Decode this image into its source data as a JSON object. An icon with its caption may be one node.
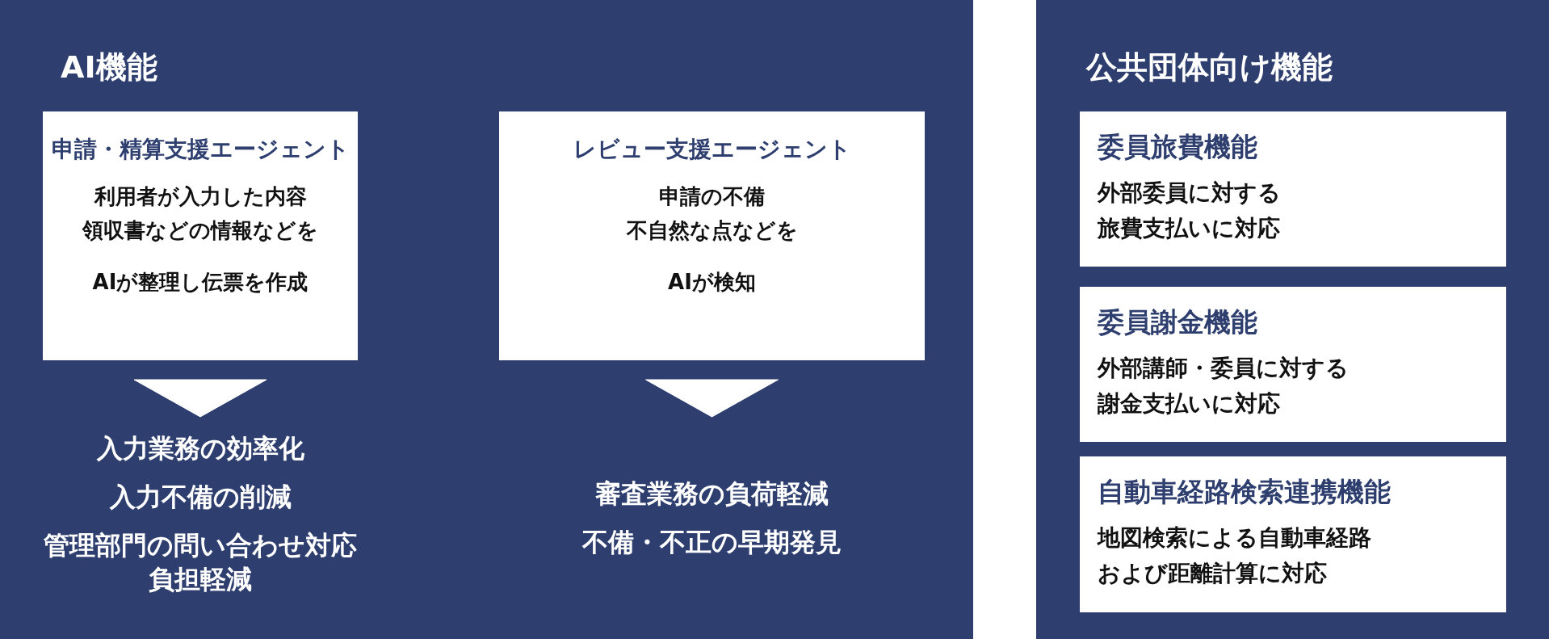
{
  "diagram": {
    "nodes": [
      {
        "text": [
          "AI機能"
        ]
      },
      {
        "text": [
          "申請・精算支援エージェント",
          "利用者が入力した内容",
          "領収書などの情報などを",
          "AIが整理し伝票を作成"
        ],
        "in": 0
      },
      {
        "text": [
          "入力業務の効率化",
          "入力不備の削減",
          "管理部門の問い合わせ対応負担軽減"
        ],
        "in": 0
      },
      {
        "text": [
          "レビュー支援エージェント",
          "申請の不備",
          "不自然な点などを",
          "AIが検知"
        ],
        "in": 0
      },
      {
        "text": [
          "審査業務の負荷軽減",
          "不備・不正の早期発見"
        ],
        "in": 0
      },
      {
        "text": [
          "公共団体向け機能"
        ]
      },
      {
        "text": [
          "委員旅費機能",
          "外部委員に対する旅費支払いに対応"
        ],
        "in": 5
      },
      {
        "text": [
          "委員謝金機能",
          "外部講師・委員に対する謝金支払いに対応"
        ],
        "in": 5
      },
      {
        "text": [
          "自動車経路検索連携機能",
          "地図検索による自動車経路および距離計算に対応"
        ],
        "in": 5
      }
    ],
    "edges": [
      {
        "from": 1,
        "to": 2,
        "arrow": "to"
      },
      {
        "from": 3,
        "to": 4,
        "arrow": "to"
      }
    ]
  }
}
